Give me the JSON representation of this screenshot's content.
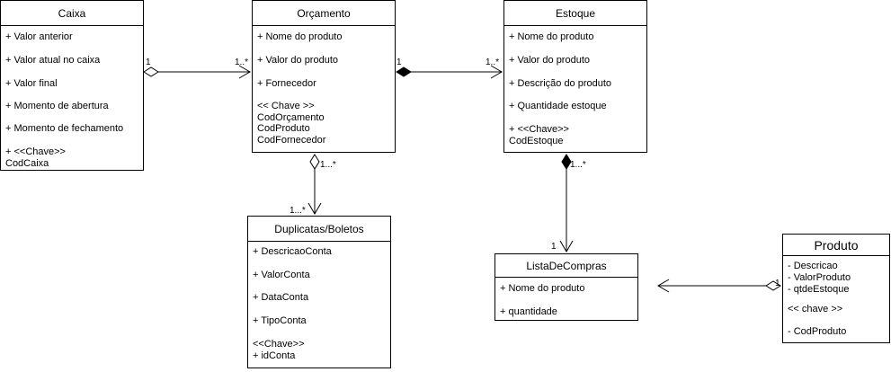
{
  "classes": {
    "caixa": {
      "name": "Caixa",
      "attrs": [
        "+ Valor anterior",
        "+ Valor atual no caixa",
        "+ Valor final",
        "+ Momento de abertura",
        "+ Momento de fechamento"
      ],
      "key": "+ <<Chave>>\nCodCaixa"
    },
    "orcamento": {
      "name": "Orçamento",
      "attrs": [
        "+ Nome do produto",
        "+ Valor do produto",
        "+ Fornecedor"
      ],
      "key": "<< Chave >>\nCodOrçamento\nCodProduto\nCodFornecedor"
    },
    "estoque": {
      "name": "Estoque",
      "attrs": [
        "+ Nome do produto",
        "+ Valor do produto",
        "+ Descrição do produto",
        "+ Quantidade estoque"
      ],
      "key": "+ <<Chave>>\nCodEstoque"
    },
    "duplicatas": {
      "name": "Duplicatas/Boletos",
      "attrs": [
        "+ DescricaoConta",
        "+ ValorConta",
        "+ DataConta",
        "+ TipoConta"
      ],
      "key": "<<Chave>>\n+ idConta"
    },
    "lista": {
      "name": "ListaDeCompras",
      "attrs": [
        "+ Nome do produto",
        "+ quantidade"
      ]
    },
    "produto": {
      "name": "Produto",
      "attrs": [
        "- Descricao",
        "- ValorProduto",
        "- qtdeEstoque"
      ],
      "key_label": "<< chave >>",
      "key_attr": "- CodProduto"
    }
  },
  "multiplicities": {
    "caixa_orc_src": "1",
    "caixa_orc_dst": "1..*",
    "orc_est_src": "1",
    "orc_est_dst": "1..*",
    "orc_dup_src": "1...*",
    "orc_dup_dst": "1...*",
    "est_lista_src": "1...*",
    "est_lista_dst": "1",
    "prod_lista_src": "1"
  }
}
